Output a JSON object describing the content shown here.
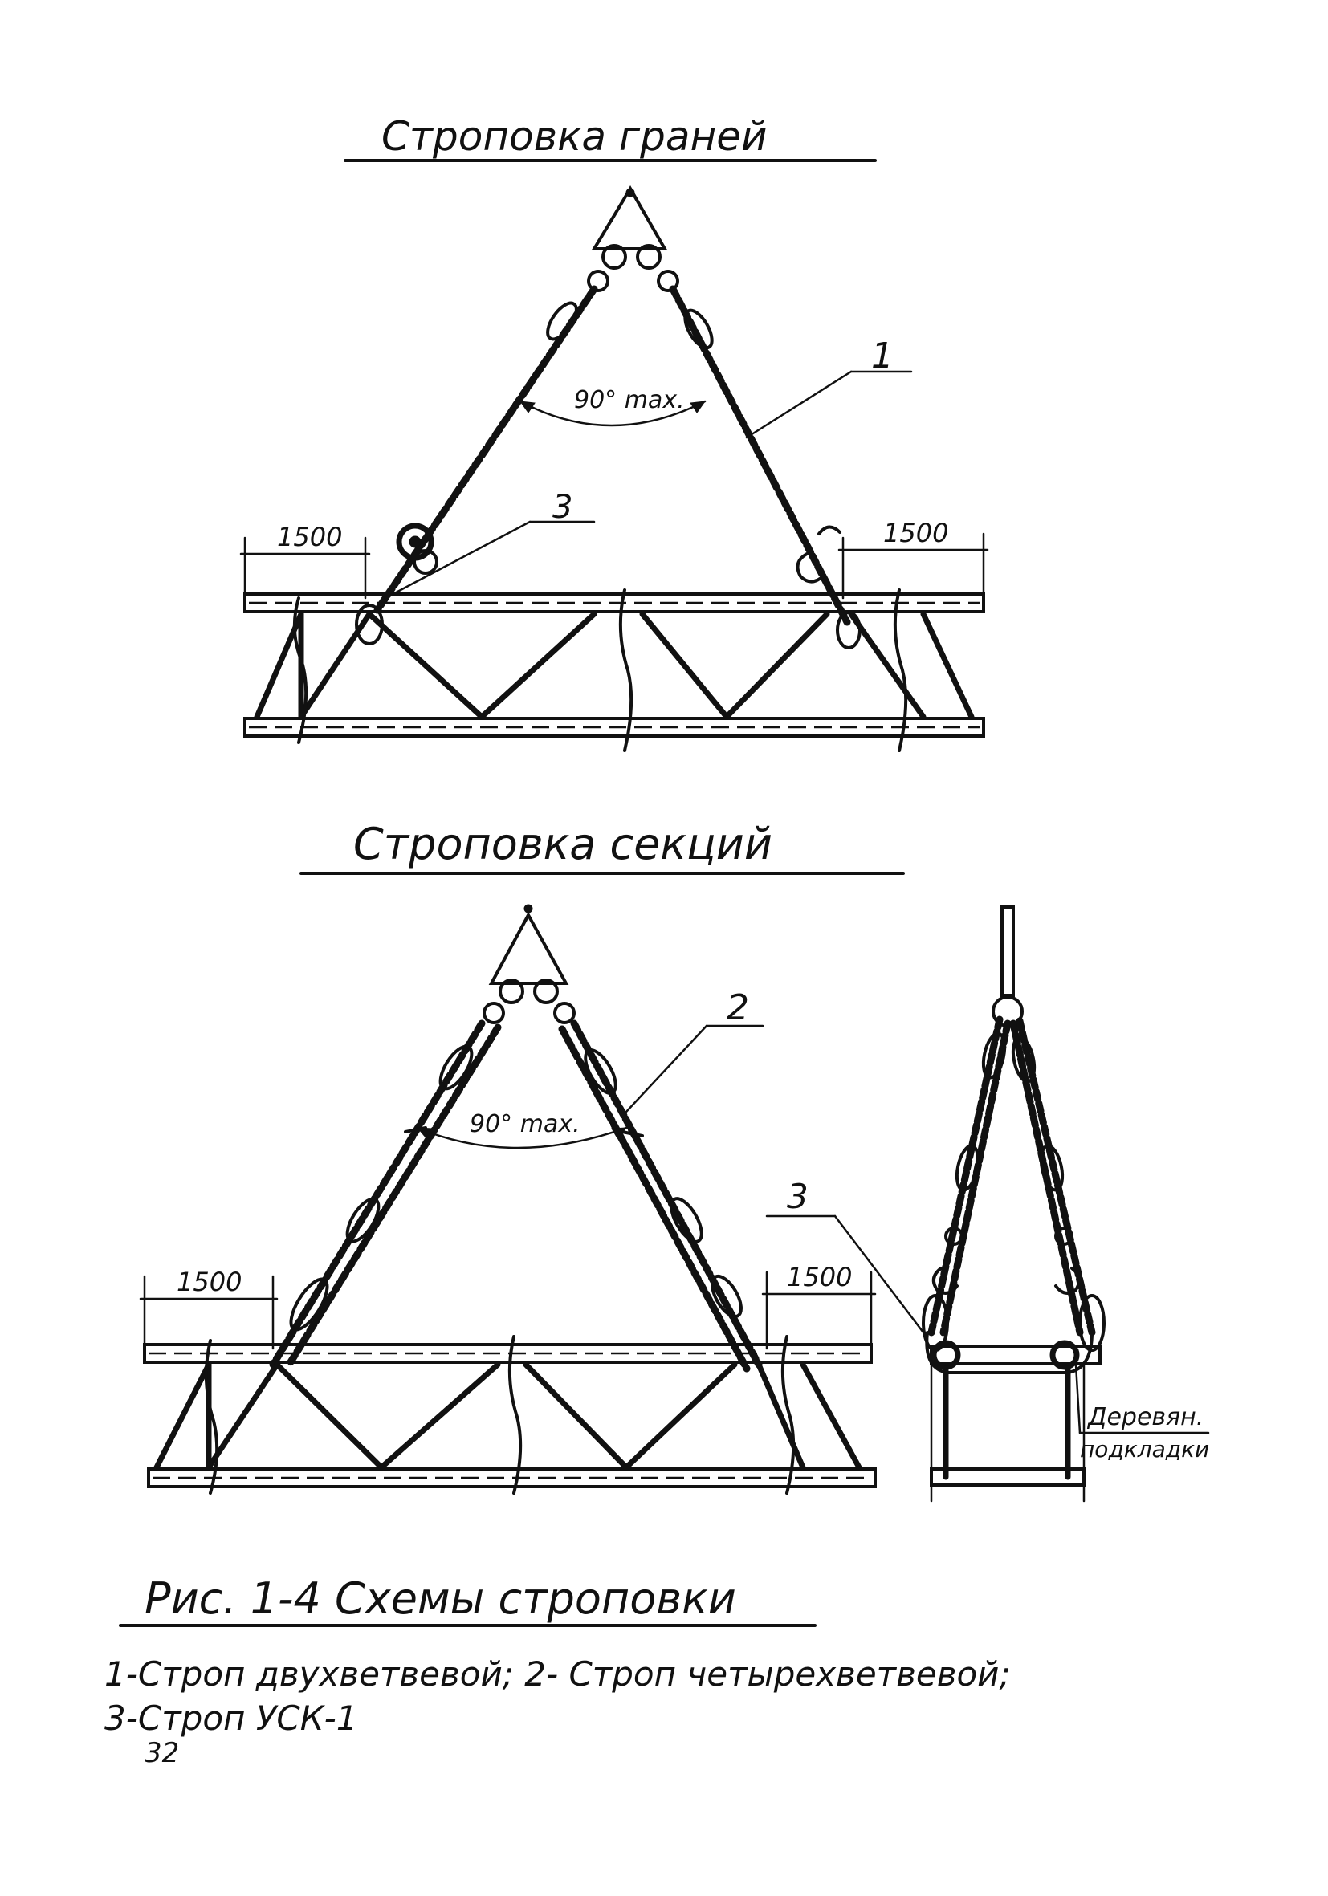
{
  "title_top": "Строповка граней",
  "title_middle": "Строповка секций",
  "figure_caption": "Рис. 1-4 Схемы строповки",
  "legend": {
    "line1": "1-Строп двухветвевой; 2- Строп четырехветвевой;",
    "line2": "3-Строп УСК-1"
  },
  "page_number": "32",
  "top_diagram": {
    "angle_label": "90° max.",
    "callout_1": "1",
    "callout_3": "3",
    "dim_left": "1500",
    "dim_right": "1500"
  },
  "bottom_diagram": {
    "angle_label": "90° max.",
    "callout_2": "2",
    "dim_left": "1500",
    "dim_right": "1500"
  },
  "side_view": {
    "callout_3": "3",
    "pad_label_line1": "Деревян.",
    "pad_label_line2": "подкладки"
  }
}
